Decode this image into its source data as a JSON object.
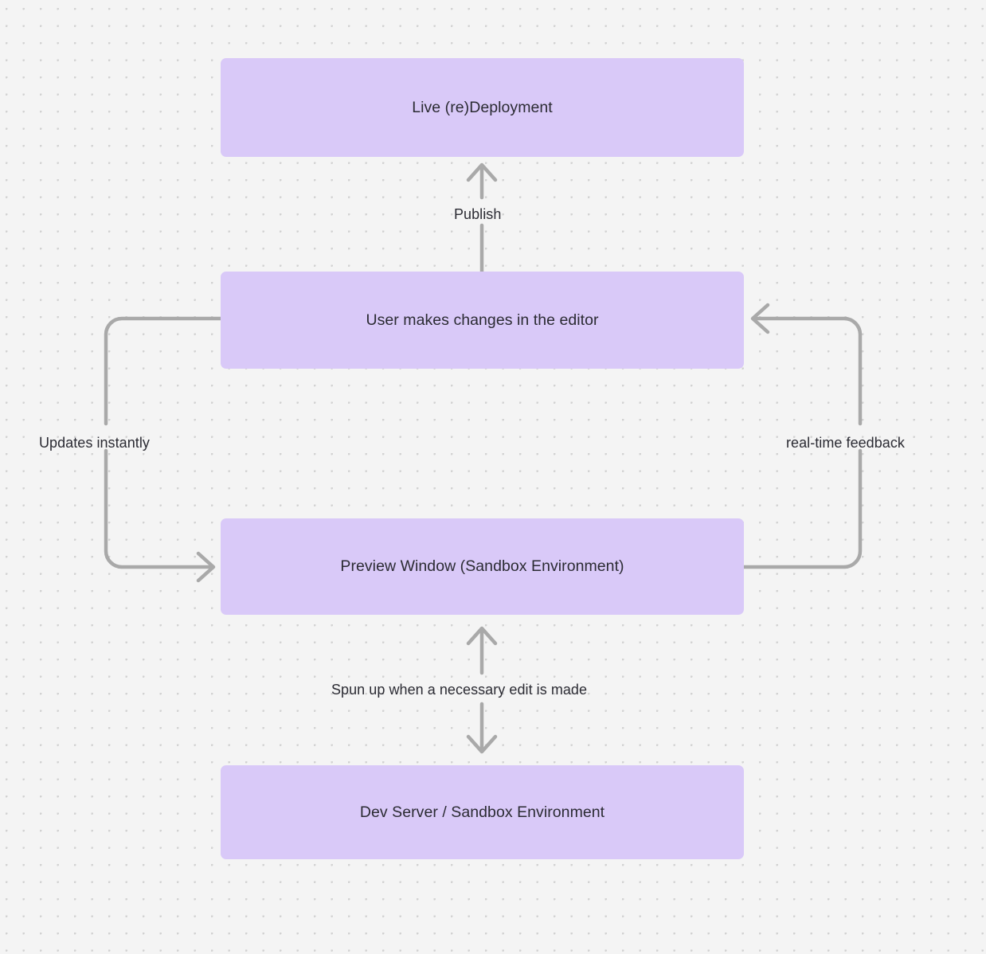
{
  "diagram": {
    "type": "flowchart",
    "background": {
      "color": "#f4f4f4",
      "grid": "dot-grid"
    },
    "node_color": "#d9c9f8",
    "edge_color": "#a9a9a9",
    "text_color": "#2b2b33",
    "nodes": [
      {
        "id": "live",
        "label": "Live (re)Deployment"
      },
      {
        "id": "editor",
        "label": "User makes changes in the editor"
      },
      {
        "id": "preview",
        "label": "Preview Window (Sandbox Environment)"
      },
      {
        "id": "devserver",
        "label": "Dev Server / Sandbox Environment"
      }
    ],
    "edges": [
      {
        "id": "publish",
        "from": "editor",
        "to": "live",
        "label": "Publish",
        "direction": "up"
      },
      {
        "id": "updates",
        "from": "editor",
        "to": "preview",
        "label": "Updates instantly",
        "direction": "left-loop-down"
      },
      {
        "id": "realtime",
        "from": "preview",
        "to": "editor",
        "label": "real-time feedback",
        "direction": "right-loop-up"
      },
      {
        "id": "spun",
        "from": "preview",
        "to": "devserver",
        "label": "Spun up when a necessary edit is made",
        "direction": "bidirectional"
      }
    ]
  }
}
